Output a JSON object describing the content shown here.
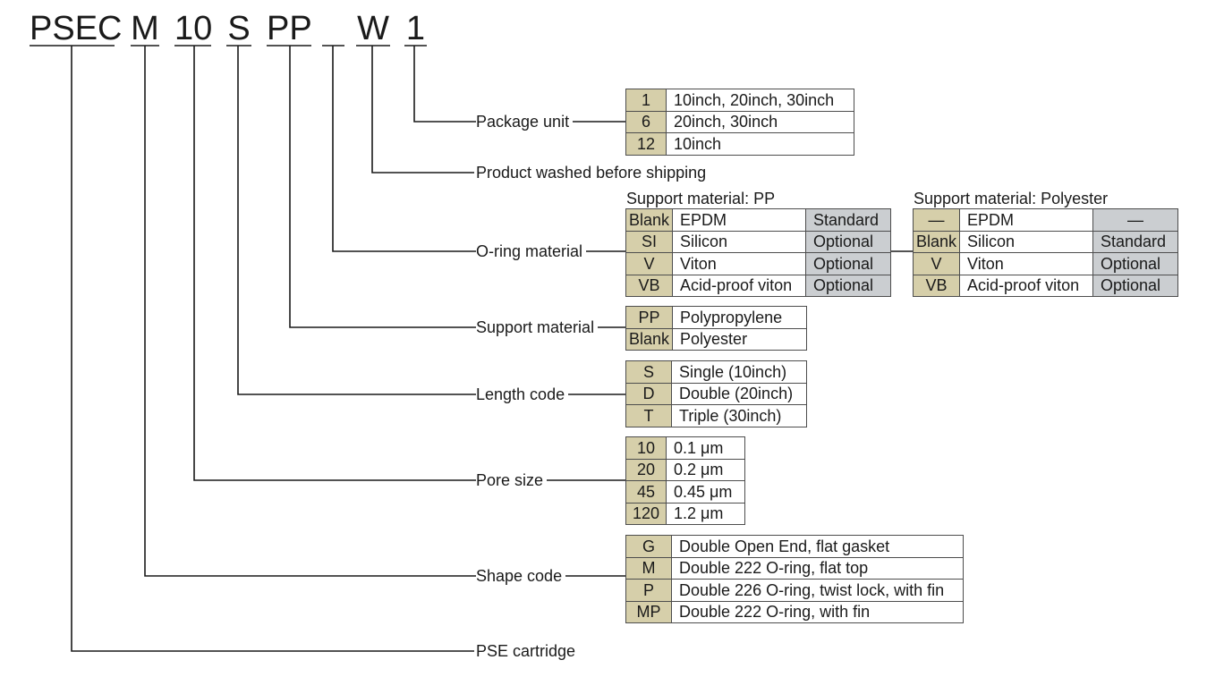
{
  "part_code": [
    {
      "key": "prefix",
      "text": "PSEC"
    },
    {
      "key": "shape",
      "text": "M"
    },
    {
      "key": "pore",
      "text": "10"
    },
    {
      "key": "length",
      "text": "S"
    },
    {
      "key": "support",
      "text": "PP"
    },
    {
      "key": "oring",
      "text": ""
    },
    {
      "key": "washed",
      "text": "W"
    },
    {
      "key": "package",
      "text": "1"
    }
  ],
  "labels": {
    "package": "Package unit",
    "washed": "Product washed before shipping",
    "oring": "O-ring material",
    "support": "Support material",
    "length": "Length code",
    "pore": "Pore size",
    "shape": "Shape code",
    "prefix": "PSE cartridge"
  },
  "package_unit": [
    {
      "code": "1",
      "desc": "10inch, 20inch, 30inch"
    },
    {
      "code": "6",
      "desc": "20inch, 30inch"
    },
    {
      "code": "12",
      "desc": "10inch"
    }
  ],
  "oring_pp": {
    "caption": "Support material: PP",
    "rows": [
      {
        "code": "Blank",
        "desc": "EPDM",
        "status": "Standard"
      },
      {
        "code": "SI",
        "desc": "Silicon",
        "status": "Optional"
      },
      {
        "code": "V",
        "desc": "Viton",
        "status": "Optional"
      },
      {
        "code": "VB",
        "desc": "Acid-proof viton",
        "status": "Optional"
      }
    ]
  },
  "oring_polyester": {
    "caption": "Support material: Polyester",
    "rows": [
      {
        "code": "—",
        "desc": "EPDM",
        "status": "—"
      },
      {
        "code": "Blank",
        "desc": "Silicon",
        "status": "Standard"
      },
      {
        "code": "V",
        "desc": "Viton",
        "status": "Optional"
      },
      {
        "code": "VB",
        "desc": "Acid-proof viton",
        "status": "Optional"
      }
    ]
  },
  "support_material": [
    {
      "code": "PP",
      "desc": "Polypropylene"
    },
    {
      "code": "Blank",
      "desc": "Polyester"
    }
  ],
  "length_code": [
    {
      "code": "S",
      "desc": "Single (10inch)"
    },
    {
      "code": "D",
      "desc": "Double (20inch)"
    },
    {
      "code": "T",
      "desc": "Triple (30inch)"
    }
  ],
  "pore_size": [
    {
      "code": "10",
      "desc": "0.1 μm"
    },
    {
      "code": "20",
      "desc": "0.2 μm"
    },
    {
      "code": "45",
      "desc": "0.45 μm"
    },
    {
      "code": "120",
      "desc": "1.2 μm"
    }
  ],
  "shape_code": [
    {
      "code": "G",
      "desc": "Double Open End, flat gasket"
    },
    {
      "code": "M",
      "desc": "Double 222 O-ring, flat top"
    },
    {
      "code": "P",
      "desc": "Double 226 O-ring, twist lock, with fin"
    },
    {
      "code": "MP",
      "desc": "Double 222 O-ring, with fin"
    }
  ],
  "colors": {
    "code_cell": "#d6cfaa",
    "status_cell": "#cbced1",
    "line": "#1a1a1a"
  }
}
